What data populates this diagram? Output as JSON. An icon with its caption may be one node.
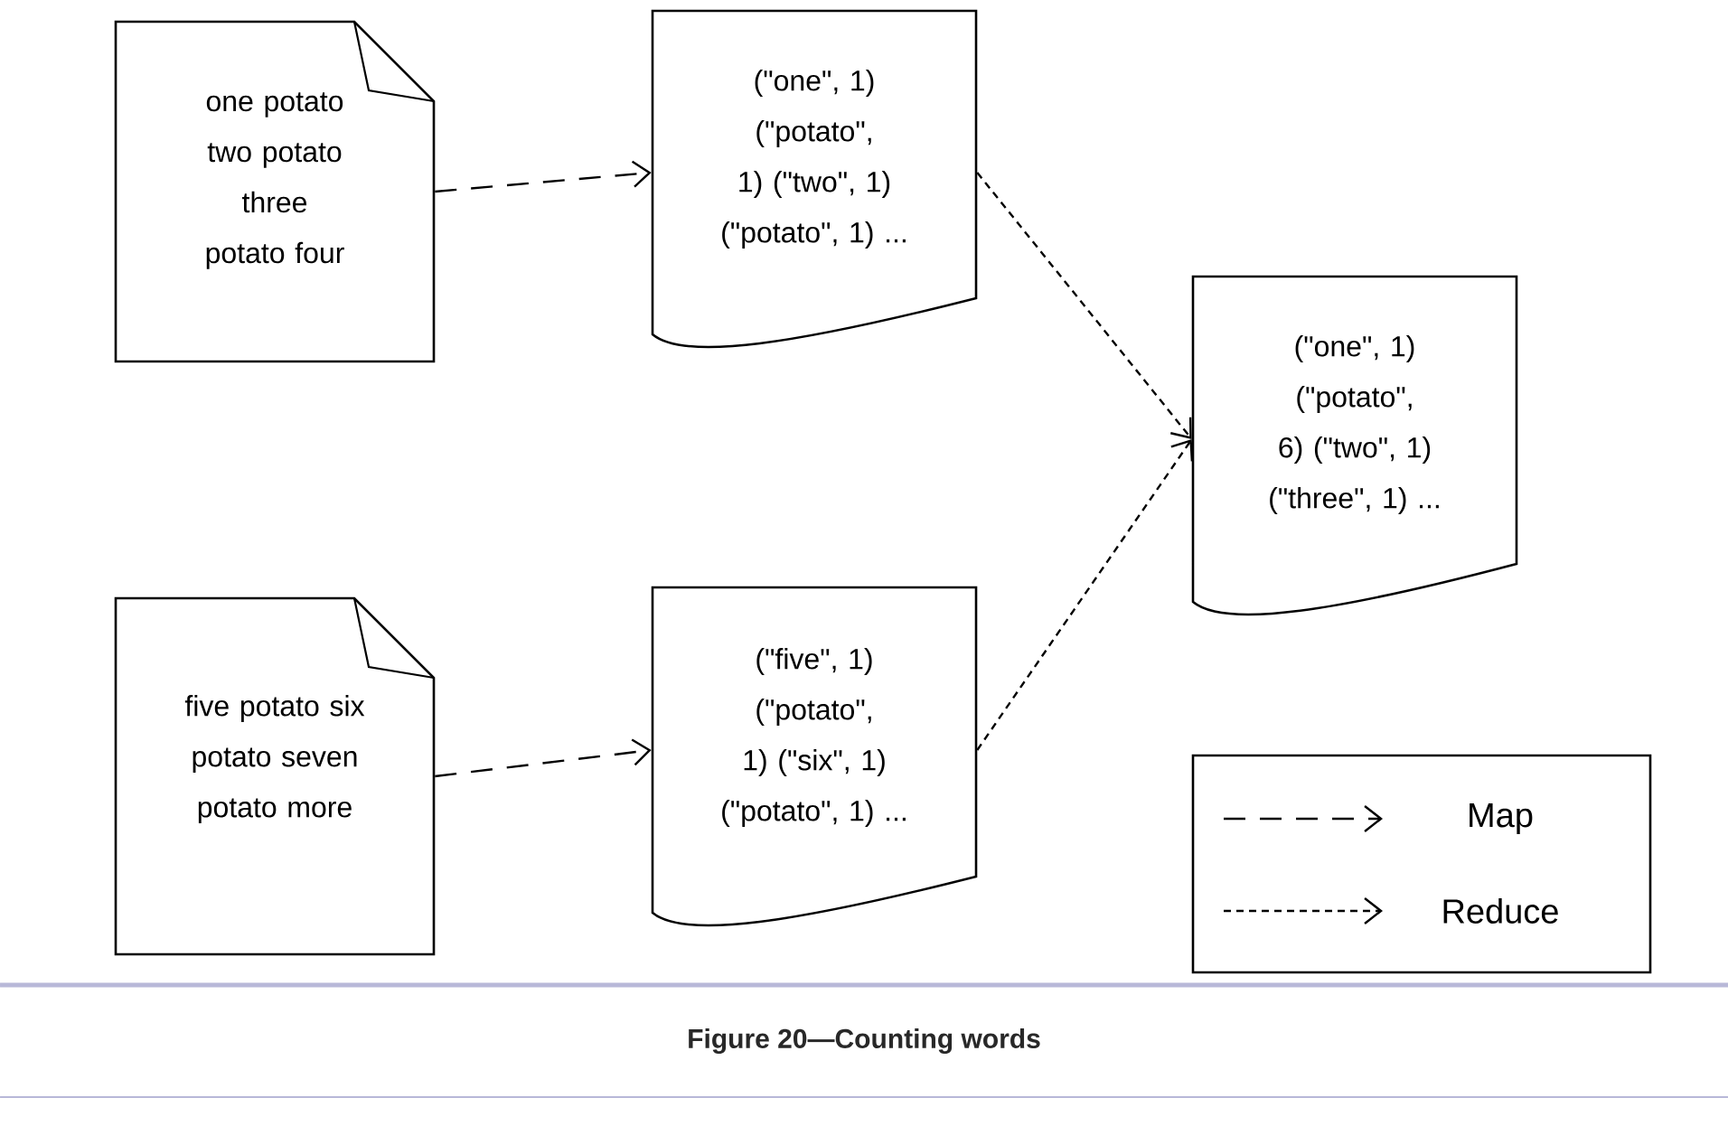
{
  "diagram": {
    "caption": "Figure 20—Counting words",
    "nodes": [
      {
        "text": [
          "one potato two potato three potato four"
        ]
      },
      {
        "text": [
          "(\"one\", 1) (\"potato\", 1) (\"two\", 1) (\"potato\", 1) ..."
        ]
      },
      {
        "text": [
          "five potato six potato seven potato more"
        ]
      },
      {
        "text": [
          "(\"five\", 1) (\"potato\", 1) (\"six\", 1) (\"potato\", 1) ..."
        ]
      },
      {
        "text": [
          "(\"one\", 1) (\"potato\", 6) (\"two\", 1) (\"three\", 1) ..."
        ]
      }
    ],
    "edges": [
      {
        "from": 0,
        "to": 1,
        "arrow": "to",
        "style": "dashed"
      },
      {
        "from": 2,
        "to": 3,
        "arrow": "to",
        "style": "dashed"
      },
      {
        "from": 1,
        "to": 4,
        "arrow": "to",
        "style": "dashed"
      },
      {
        "from": 3,
        "to": 4,
        "arrow": "to",
        "style": "dashed"
      }
    ],
    "legend": [
      {
        "text": "Map"
      },
      {
        "text": "Reduce"
      }
    ]
  }
}
